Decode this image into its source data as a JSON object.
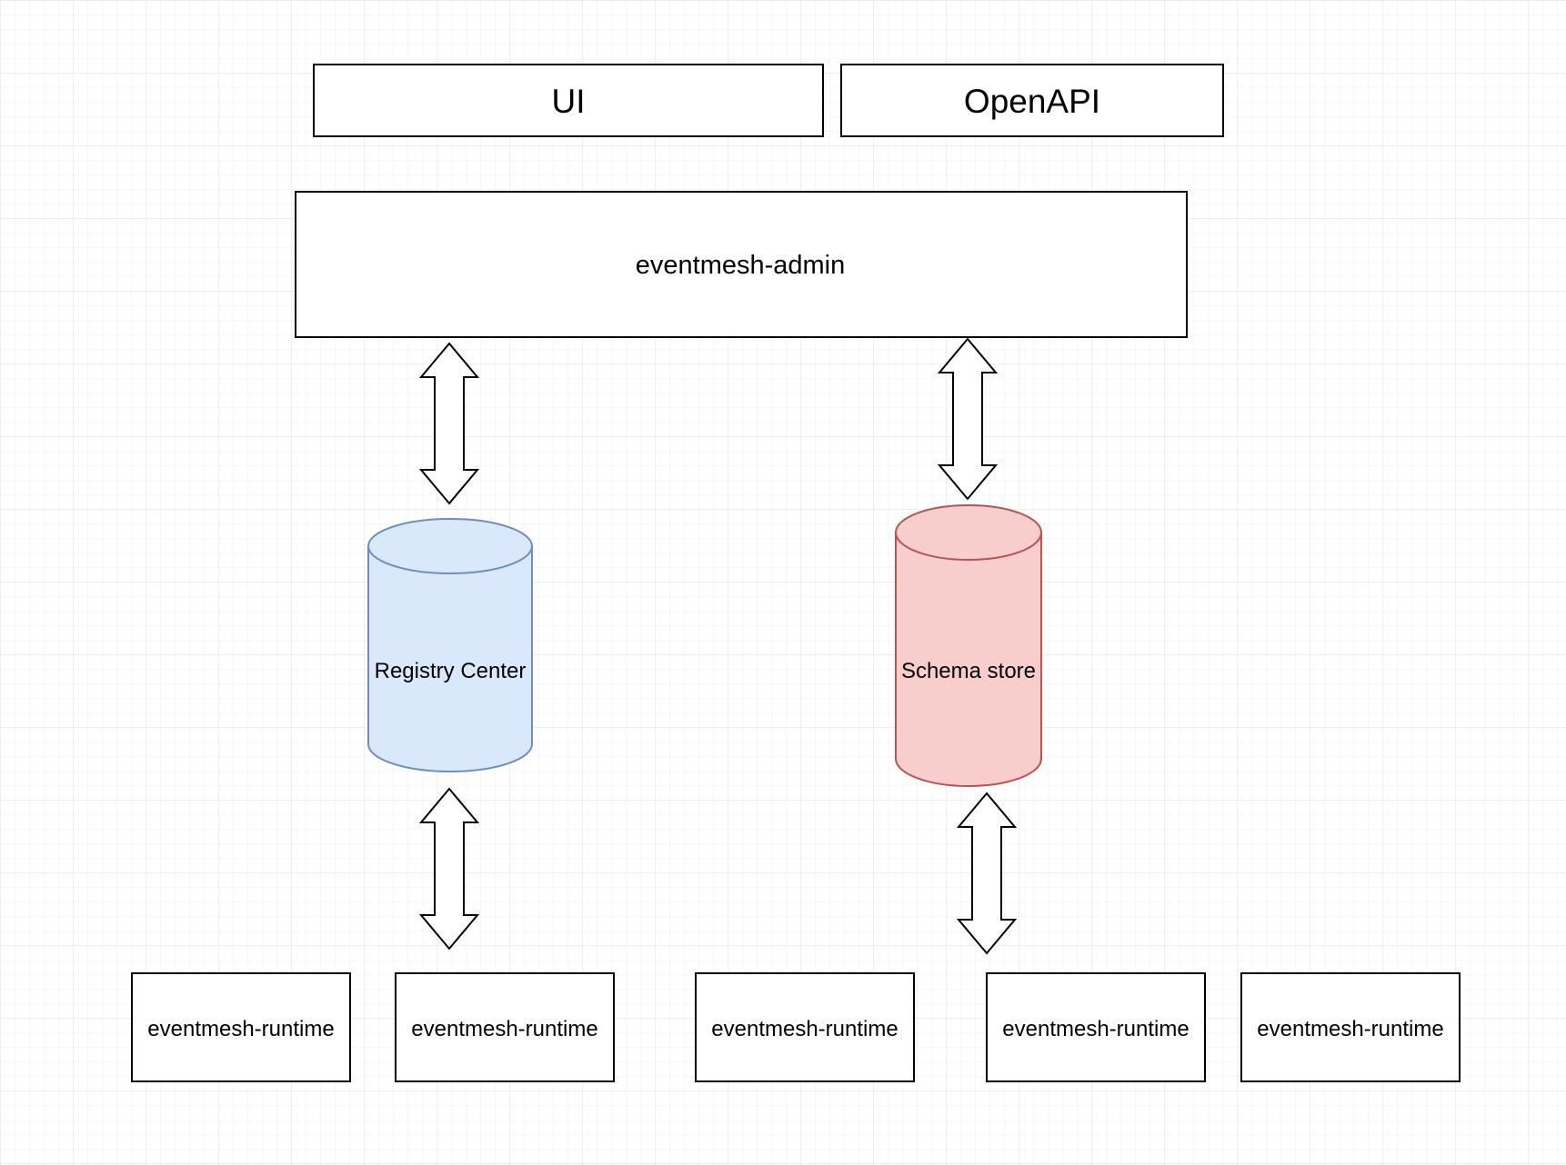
{
  "diagram": {
    "top_boxes": {
      "ui": "UI",
      "openapi": "OpenAPI"
    },
    "admin": "eventmesh-admin",
    "stores": {
      "registry": {
        "label": "Registry Center",
        "fill": "#dae8fc",
        "stroke": "#6c8ebf"
      },
      "schema": {
        "label": "Schema store",
        "fill": "#f8cecc",
        "stroke": "#b85450"
      }
    },
    "runtimes": [
      "eventmesh-runtime",
      "eventmesh-runtime",
      "eventmesh-runtime",
      "eventmesh-runtime",
      "eventmesh-runtime"
    ],
    "colors": {
      "grid_line": "#e6e6e6",
      "box_stroke": "#000000",
      "background": "#ffffff"
    }
  }
}
